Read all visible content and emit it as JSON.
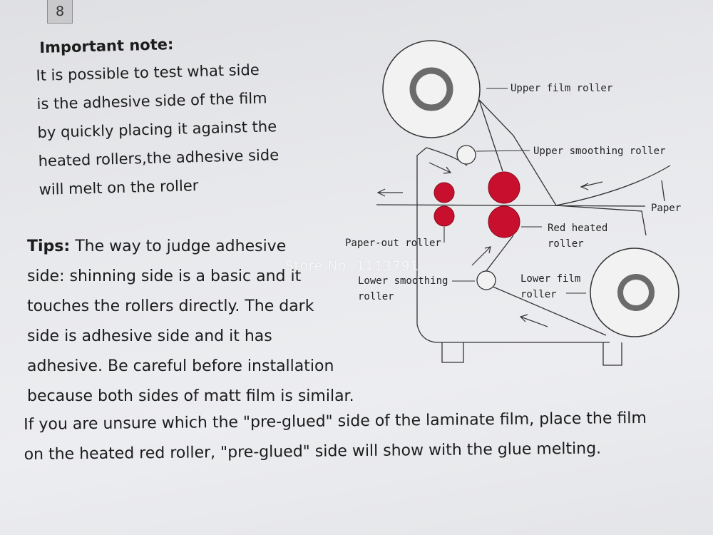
{
  "page_number": "8",
  "important_note": {
    "title": "Important note:",
    "lines": [
      "It is possible to test what side",
      "is the adhesive side of the film",
      "by quickly placing it against the",
      "heated rollers,the adhesive side",
      "will melt on the roller"
    ]
  },
  "tips": {
    "label": "Tips:",
    "lines": [
      " The way to judge adhesive",
      "side: shinning side is a basic and it",
      "touches the rollers directly. The dark",
      "side is adhesive side and it has",
      "adhesive. Be careful before installation",
      "because both sides of matt film is similar."
    ]
  },
  "bottom_note": {
    "lines": [
      "If you are unsure which the \"pre-glued\" side of the laminate film, place the film",
      "on the heated red roller, \"pre-glued\" side will show with the glue melting."
    ]
  },
  "watermark": "Store No: 1113791",
  "diagram": {
    "labels": {
      "upper_film_roller": "Upper film roller",
      "upper_smoothing_roller": "Upper smoothing roller",
      "paper": "Paper",
      "red_heated_roller_1": "Red heated",
      "red_heated_roller_2": "roller",
      "paper_out_roller": "Paper-out roller",
      "lower_smoothing_roller_1": "Lower smoothing",
      "lower_smoothing_roller_2": "roller",
      "lower_film_roller_1": "Lower film",
      "lower_film_roller_2": "roller"
    },
    "colors": {
      "heated_roller": "#c8102e",
      "roller_core": "#6b6b6b",
      "line": "#333333"
    }
  }
}
